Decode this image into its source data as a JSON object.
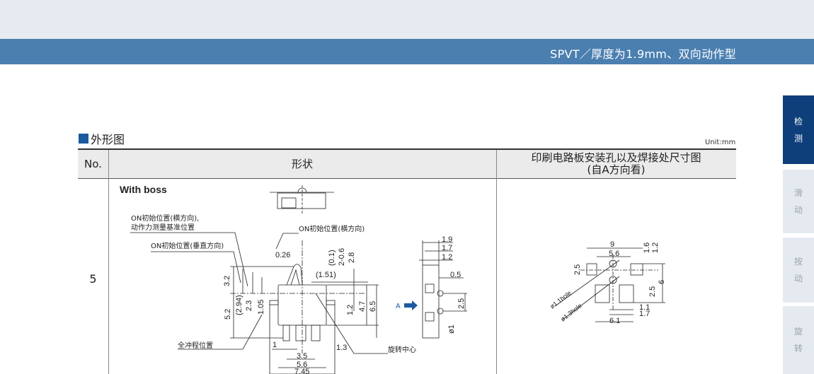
{
  "header": {
    "title": "SPVT／厚度为1.9mm、双向动作型"
  },
  "section": {
    "title": "外形图",
    "unit": "Unit:mm"
  },
  "table": {
    "columns": [
      "No.",
      "形状",
      "印刷电路板安装孔以及焊接处尺寸图",
      "(自A方向看)"
    ],
    "rows": [
      {
        "no": "5"
      }
    ]
  },
  "drawing": {
    "variant": "With boss",
    "callouts": [
      "ON初始位置(横方向),",
      "动作力测量基准位置",
      "ON初始位置(垂直方向)",
      "ON初始位置(横方向)",
      "全冲程位置",
      "旋转中心"
    ],
    "dims_front": [
      "0.26",
      "(1.51)",
      "3.2",
      "(2.94)",
      "2.3",
      "1.05",
      "5.2",
      "(0.1)",
      "2-0.6",
      "2.8",
      "1.2",
      "4.7",
      "6.5",
      "1",
      "1.3",
      "3.5",
      "5.6",
      "7.45"
    ],
    "dims_side": [
      "1.9",
      "1.7",
      "1.2",
      "0.5",
      "2.5",
      "ø1"
    ],
    "view_arrow": "A",
    "dims_pcb": [
      "9",
      "5.6",
      "1.6",
      "1.2",
      "2.5",
      "6",
      "2.5",
      "ø1.1hole",
      "ø1.3hole",
      "1.1",
      "1.7",
      "6.1"
    ]
  },
  "sidebar": {
    "items": [
      {
        "label1": "检",
        "label2": "测"
      },
      {
        "label1": "滑",
        "label2": "动"
      },
      {
        "label1": "按",
        "label2": "动"
      },
      {
        "label1": "旋",
        "label2": "转"
      }
    ]
  },
  "colors": {
    "bar": "#4a7fb0",
    "active_tab": "#0e3f7a",
    "square": "#1c5aa0",
    "arrow": "#1c5aa0"
  }
}
